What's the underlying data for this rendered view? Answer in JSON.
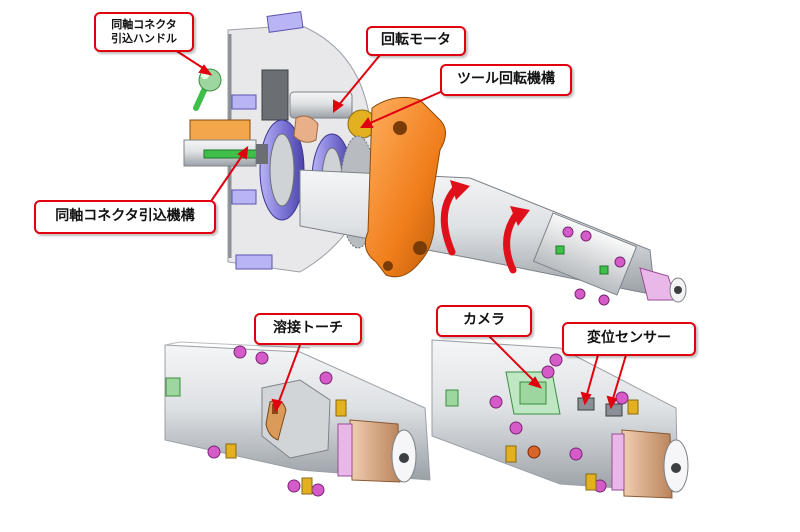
{
  "labels": {
    "connector_handle": "同軸コネクタ\n引込ハンドル",
    "rotation_motor": "回転モータ",
    "tool_rotation": "ツール回転機構",
    "connector_retraction": "同軸コネクタ引込機構",
    "welding_torch": "溶接トーチ",
    "camera": "カメラ",
    "displacement_sensor": "変位センサー"
  },
  "colors": {
    "callout_border": "#e0000f",
    "arrow_red": "#e0101a",
    "metal_light": "#e6e8ea",
    "metal_mid": "#c4c8cc",
    "metal_dark": "#8b9096",
    "orange": "#f07d1a",
    "purple": "#7f78d8",
    "green": "#3fbf4a",
    "magenta": "#d55cc8",
    "gold": "#e3b020",
    "copper": "#d9a880",
    "pink": "#e9b8e8"
  }
}
